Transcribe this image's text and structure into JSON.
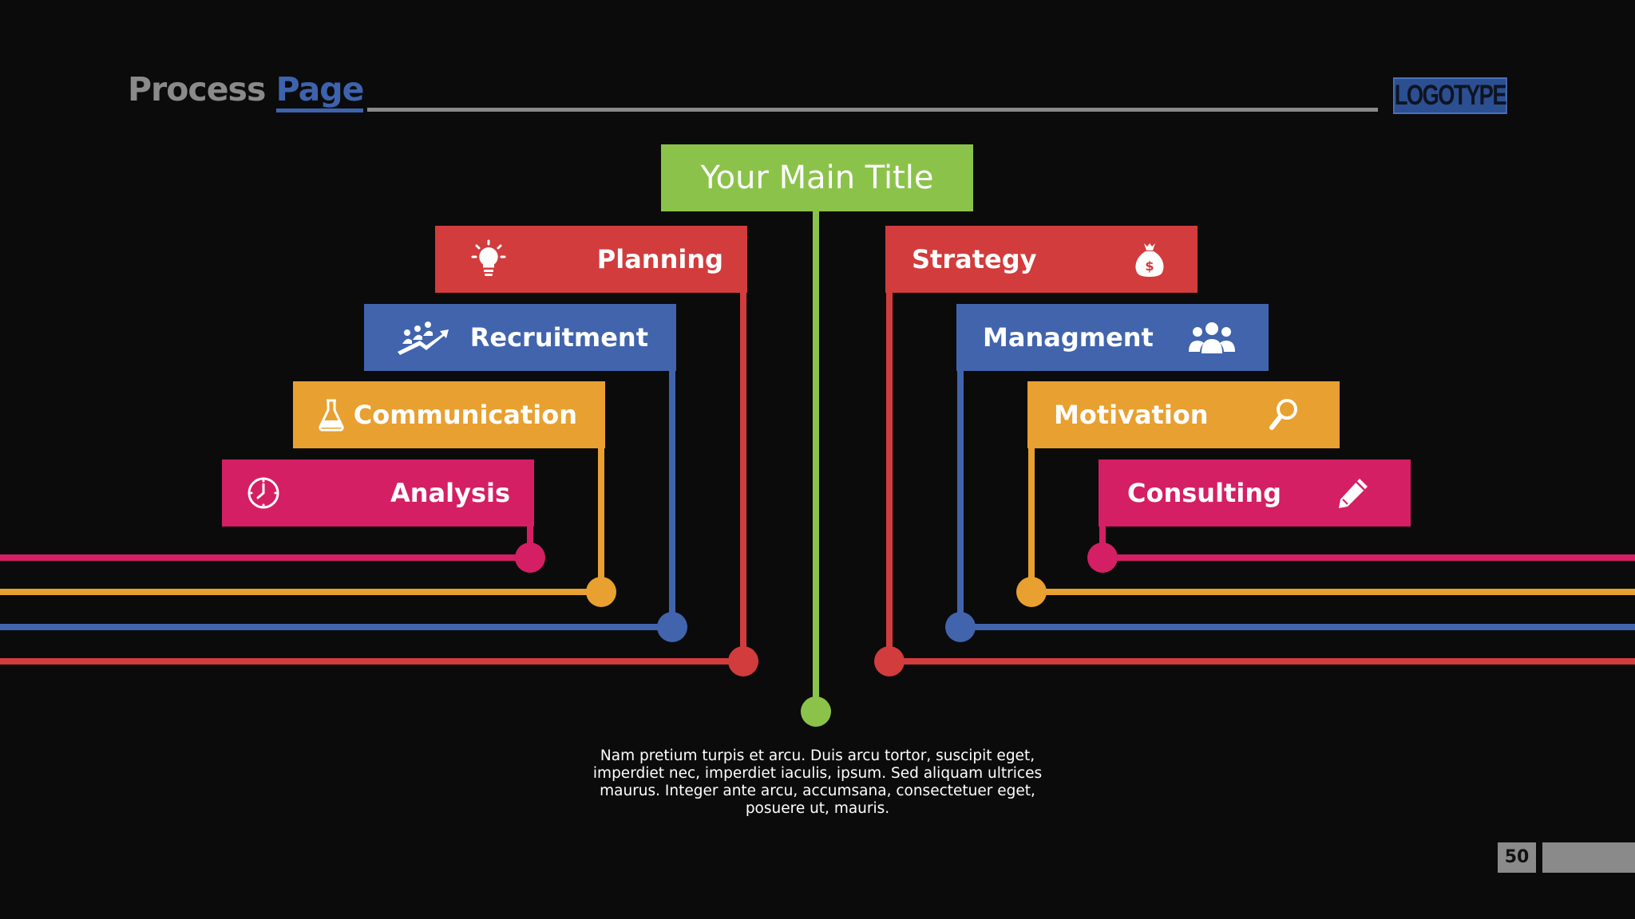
{
  "header": {
    "title_word1": "Process",
    "title_word2": "Page",
    "logotype": "LOGOTYPE"
  },
  "main_title": "Your Main Title",
  "description": "Nam pretium turpis et arcu. Duis arcu tortor, suscipit eget, imperdiet nec, imperdiet iaculis, ipsum. Sed aliquam ultrices maurus. Integer ante arcu, accumsana, consectetuer eget, posuere ut, mauris.",
  "page_number": "50",
  "colors": {
    "background": "#0b0b0c",
    "red": "#d23c3c",
    "blue": "#4164ad",
    "orange": "#e8a030",
    "magenta": "#d41f64",
    "green": "#8bc34a",
    "gray": "#8a8a8a"
  },
  "left_items": [
    {
      "label": "Planning",
      "icon": "lightbulb-icon",
      "color": "#d23c3c"
    },
    {
      "label": "Recruitment",
      "icon": "team-growth-icon",
      "color": "#4164ad"
    },
    {
      "label": "Communication",
      "icon": "flask-icon",
      "color": "#e8a030"
    },
    {
      "label": "Analysis",
      "icon": "clock-icon",
      "color": "#d41f64"
    }
  ],
  "right_items": [
    {
      "label": "Strategy",
      "icon": "money-bag-icon",
      "color": "#d23c3c"
    },
    {
      "label": "Managment",
      "icon": "people-icon",
      "color": "#4164ad"
    },
    {
      "label": "Motivation",
      "icon": "magnifier-icon",
      "color": "#e8a030"
    },
    {
      "label": "Consulting",
      "icon": "pencil-icon",
      "color": "#d41f64"
    }
  ]
}
